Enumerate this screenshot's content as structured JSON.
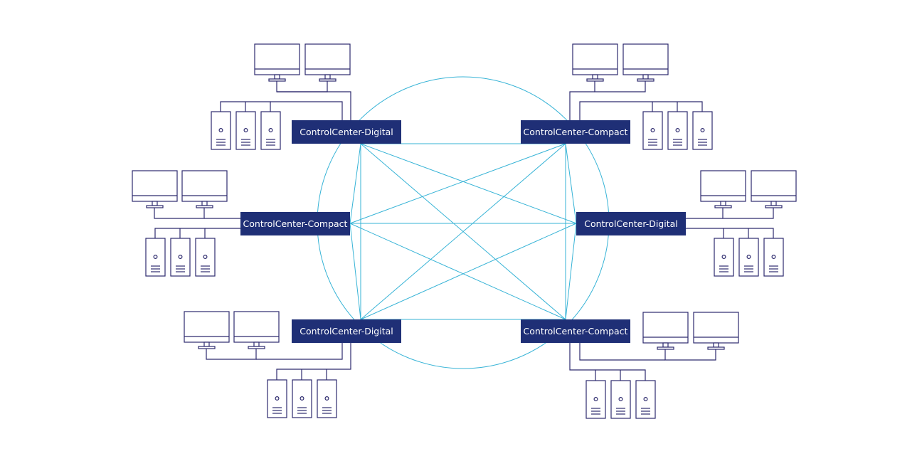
{
  "nodes": [
    {
      "id": "tl",
      "label": "ControlCenter-Digital",
      "monitors": 2,
      "servers": 3,
      "icon": "kvm-node"
    },
    {
      "id": "tr",
      "label": "ControlCenter-Compact",
      "monitors": 2,
      "servers": 3,
      "icon": "kvm-node"
    },
    {
      "id": "ml",
      "label": "ControlCenter-Compact",
      "monitors": 2,
      "servers": 3,
      "icon": "kvm-node"
    },
    {
      "id": "mr",
      "label": "ControlCenter-Digital",
      "monitors": 2,
      "servers": 3,
      "icon": "kvm-node"
    },
    {
      "id": "bl",
      "label": "ControlCenter-Digital",
      "monitors": 2,
      "servers": 3,
      "icon": "kvm-node"
    },
    {
      "id": "br",
      "label": "ControlCenter-Compact",
      "monitors": 2,
      "servers": 3,
      "icon": "kvm-node"
    }
  ],
  "links": [
    [
      "tl",
      "tr"
    ],
    [
      "tl",
      "ml"
    ],
    [
      "tl",
      "mr"
    ],
    [
      "tl",
      "bl"
    ],
    [
      "tl",
      "br"
    ],
    [
      "tr",
      "ml"
    ],
    [
      "tr",
      "mr"
    ],
    [
      "tr",
      "bl"
    ],
    [
      "tr",
      "br"
    ],
    [
      "ml",
      "mr"
    ],
    [
      "ml",
      "bl"
    ],
    [
      "ml",
      "br"
    ],
    [
      "mr",
      "bl"
    ],
    [
      "mr",
      "br"
    ],
    [
      "bl",
      "br"
    ]
  ],
  "colors": {
    "node_fill": "#1f2f76",
    "node_text": "#ffffff",
    "wire": "#2d2a6e",
    "mesh": "#36b3d6",
    "background": "#ffffff"
  },
  "device_icons": {
    "monitor": "monitor-icon",
    "server": "server-tower-icon"
  }
}
